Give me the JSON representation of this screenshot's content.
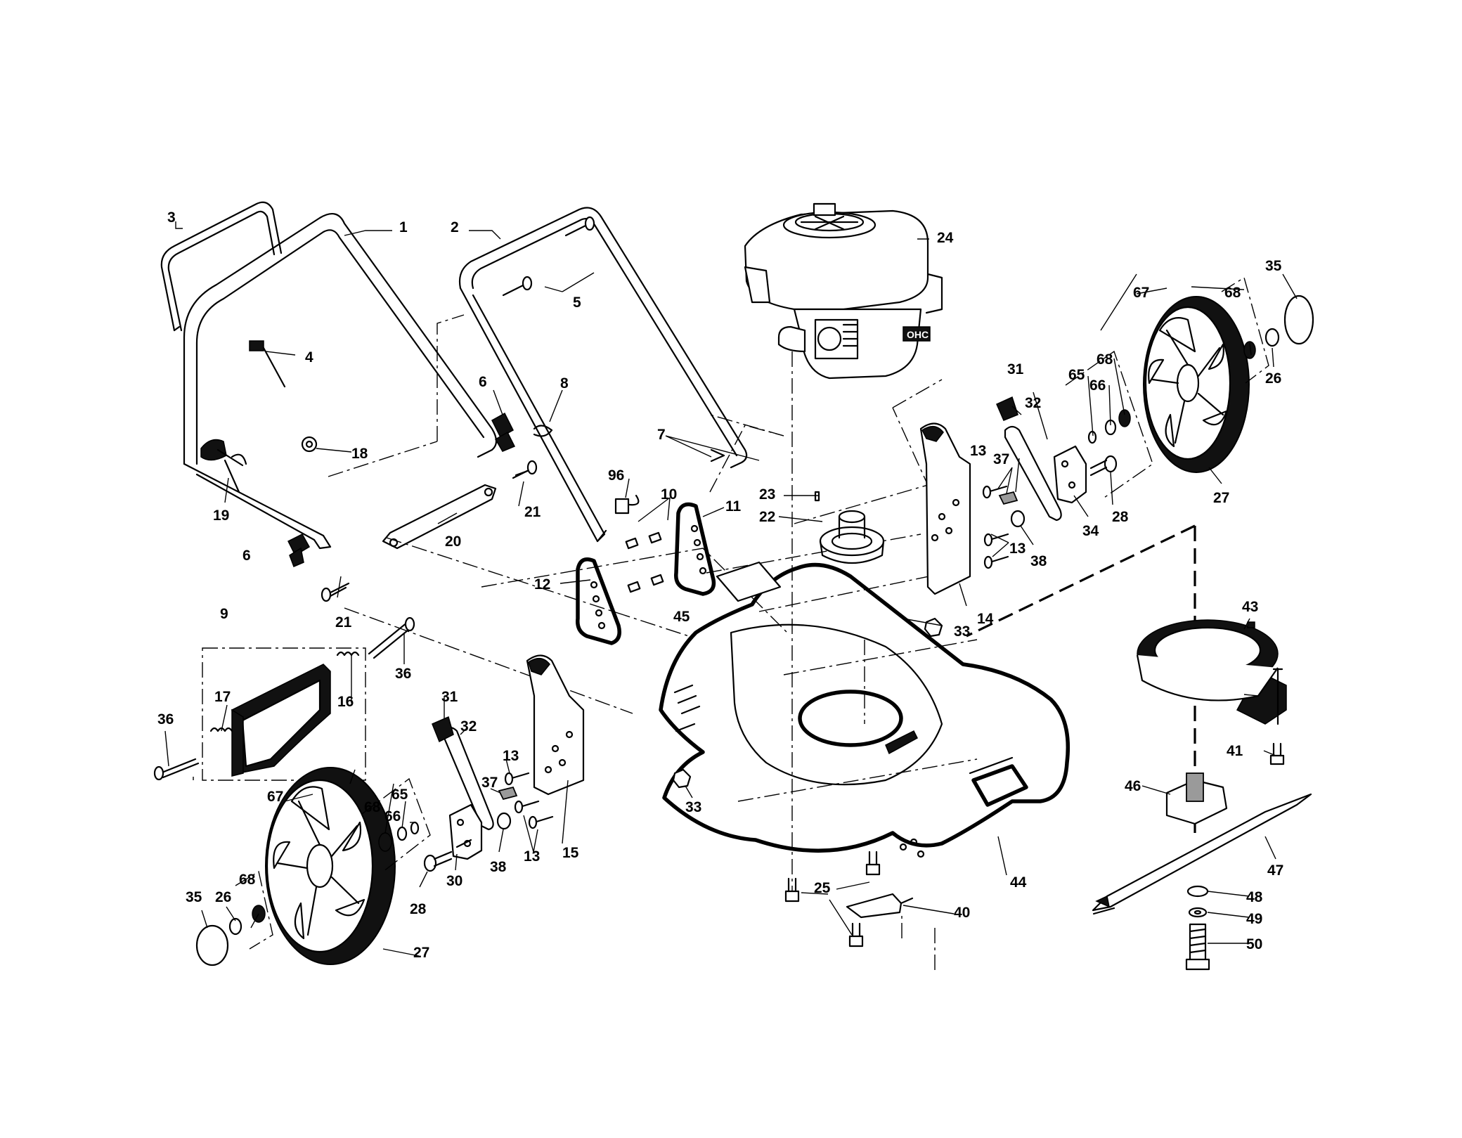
{
  "diagram": {
    "type": "exploded-parts-diagram",
    "colors": {
      "line": "#000000",
      "background": "#ffffff"
    },
    "engine_badge": "OHC",
    "callouts": [
      {
        "num": "1"
      },
      {
        "num": "2"
      },
      {
        "num": "3"
      },
      {
        "num": "4"
      },
      {
        "num": "5"
      },
      {
        "num": "6"
      },
      {
        "num": "6"
      },
      {
        "num": "7"
      },
      {
        "num": "8"
      },
      {
        "num": "9"
      },
      {
        "num": "10"
      },
      {
        "num": "11"
      },
      {
        "num": "12"
      },
      {
        "num": "13"
      },
      {
        "num": "13"
      },
      {
        "num": "13"
      },
      {
        "num": "13"
      },
      {
        "num": "14"
      },
      {
        "num": "15"
      },
      {
        "num": "16"
      },
      {
        "num": "17"
      },
      {
        "num": "18"
      },
      {
        "num": "19"
      },
      {
        "num": "20"
      },
      {
        "num": "21"
      },
      {
        "num": "21"
      },
      {
        "num": "22"
      },
      {
        "num": "23"
      },
      {
        "num": "24"
      },
      {
        "num": "25"
      },
      {
        "num": "26"
      },
      {
        "num": "26"
      },
      {
        "num": "27"
      },
      {
        "num": "27"
      },
      {
        "num": "28"
      },
      {
        "num": "28"
      },
      {
        "num": "30"
      },
      {
        "num": "31"
      },
      {
        "num": "31"
      },
      {
        "num": "32"
      },
      {
        "num": "32"
      },
      {
        "num": "33"
      },
      {
        "num": "33"
      },
      {
        "num": "34"
      },
      {
        "num": "35"
      },
      {
        "num": "35"
      },
      {
        "num": "36"
      },
      {
        "num": "36"
      },
      {
        "num": "37"
      },
      {
        "num": "37"
      },
      {
        "num": "38"
      },
      {
        "num": "38"
      },
      {
        "num": "40"
      },
      {
        "num": "41"
      },
      {
        "num": "43"
      },
      {
        "num": "44"
      },
      {
        "num": "45"
      },
      {
        "num": "46"
      },
      {
        "num": "47"
      },
      {
        "num": "48"
      },
      {
        "num": "49"
      },
      {
        "num": "50"
      },
      {
        "num": "65"
      },
      {
        "num": "65"
      },
      {
        "num": "66"
      },
      {
        "num": "66"
      },
      {
        "num": "67"
      },
      {
        "num": "67"
      },
      {
        "num": "68"
      },
      {
        "num": "68"
      },
      {
        "num": "68"
      },
      {
        "num": "68"
      },
      {
        "num": "96"
      }
    ]
  }
}
